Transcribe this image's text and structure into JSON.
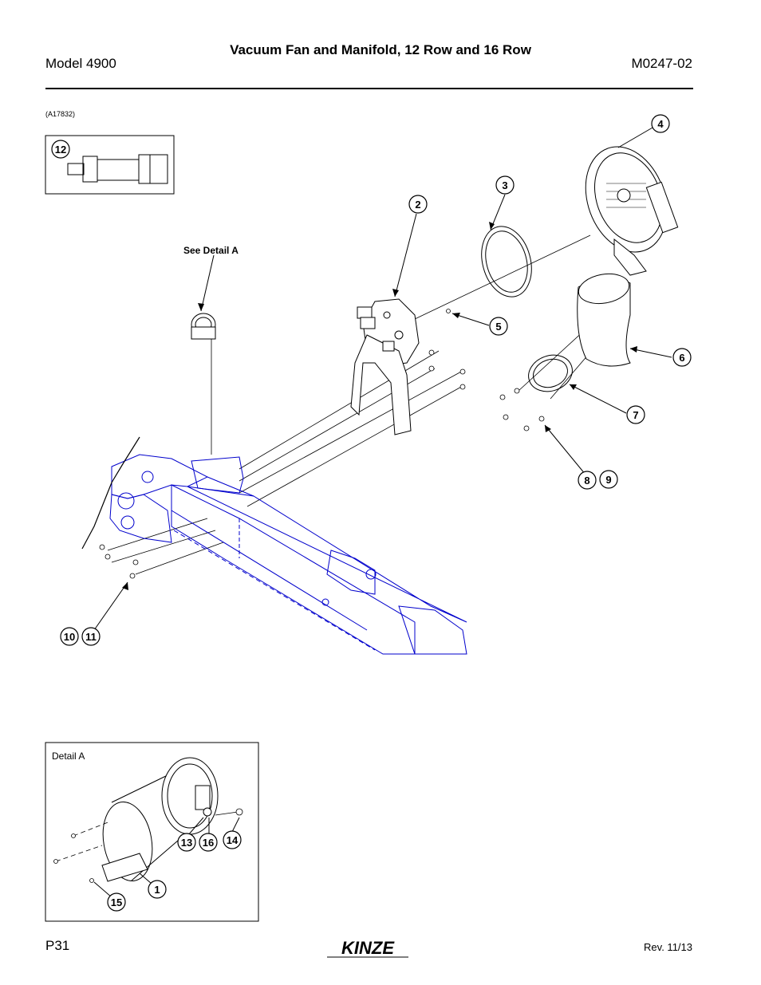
{
  "header": {
    "title": "Vacuum Fan and Manifold, 12 Row and 16 Row",
    "model": "Model 4900",
    "doc_number": "M0247-02"
  },
  "figure": {
    "id": "(A17832)",
    "see_detail_label": "See Detail A",
    "detail_label": "Detail A"
  },
  "callouts": {
    "c1": "1",
    "c2": "2",
    "c3": "3",
    "c4": "4",
    "c5": "5",
    "c6": "6",
    "c7": "7",
    "c8": "8",
    "c9": "9",
    "c10": "10",
    "c11": "11",
    "c12": "12",
    "c13": "13",
    "c14": "14",
    "c15": "15",
    "c16": "16"
  },
  "footer": {
    "page": "P31",
    "logo_text": "KINZE",
    "revision": "Rev. 11/13"
  },
  "colors": {
    "frame": "#0000cc",
    "ink": "#000000"
  }
}
